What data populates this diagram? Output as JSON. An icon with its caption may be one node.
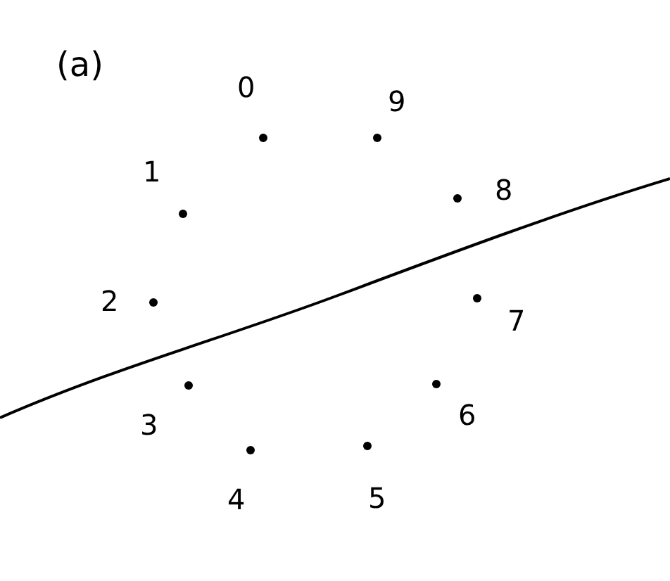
{
  "diagram": {
    "nodes": [
      {
        "text": [],
        "shape": "circle",
        "beside": [
          "0"
        ]
      },
      {
        "text": [],
        "shape": "circle",
        "beside": [
          "1"
        ]
      },
      {
        "text": [],
        "shape": "circle",
        "beside": [
          "2"
        ]
      },
      {
        "text": [],
        "shape": "circle",
        "beside": [
          "3"
        ]
      },
      {
        "text": [],
        "shape": "circle",
        "beside": [
          "4"
        ]
      },
      {
        "text": [],
        "shape": "circle",
        "beside": [
          "5"
        ]
      },
      {
        "text": [],
        "shape": "circle",
        "beside": [
          "6"
        ]
      },
      {
        "text": [],
        "shape": "circle",
        "beside": [
          "7"
        ]
      },
      {
        "text": [],
        "shape": "circle",
        "beside": [
          "8"
        ]
      },
      {
        "text": [],
        "shape": "circle",
        "beside": [
          "9"
        ]
      }
    ],
    "labels": [
      "(a)"
    ]
  }
}
